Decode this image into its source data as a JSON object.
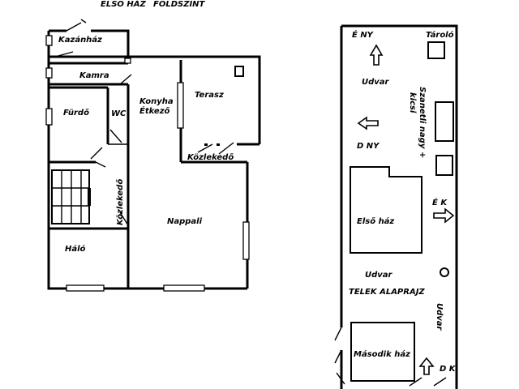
{
  "colors": {
    "ink": "#000000",
    "background": "#ffffff"
  },
  "floorplan": {
    "header": {
      "building": "ELSŐ HÁZ",
      "level": "FÖLDSZINT"
    },
    "rooms": {
      "boiler": "Kazánház",
      "pantry": "Kamra",
      "bathroom": "Fürdő",
      "wc": "WC",
      "kitchen_line1": "Konyha",
      "kitchen_line2": "Étkező",
      "terrace": "Terasz",
      "corridor_top": "Közlekedő",
      "corridor_vertical": "Közlekedő",
      "living": "Nappali",
      "bedroom": "Háló"
    }
  },
  "siteplan": {
    "title": "TELEK ALAPRAJZ",
    "directions": {
      "ne": "É NY",
      "nw": "D NY",
      "ek": "É K",
      "dk": "D K"
    },
    "labels": {
      "storage": "Tároló",
      "yard_top": "Udvar",
      "sauna_line1": "Szanetli nagy +",
      "sauna_line2": "kicsi",
      "first_house": "Első ház",
      "yard_middle": "Udvar",
      "yard_right": "Udvar",
      "second_house": "Második ház"
    }
  }
}
